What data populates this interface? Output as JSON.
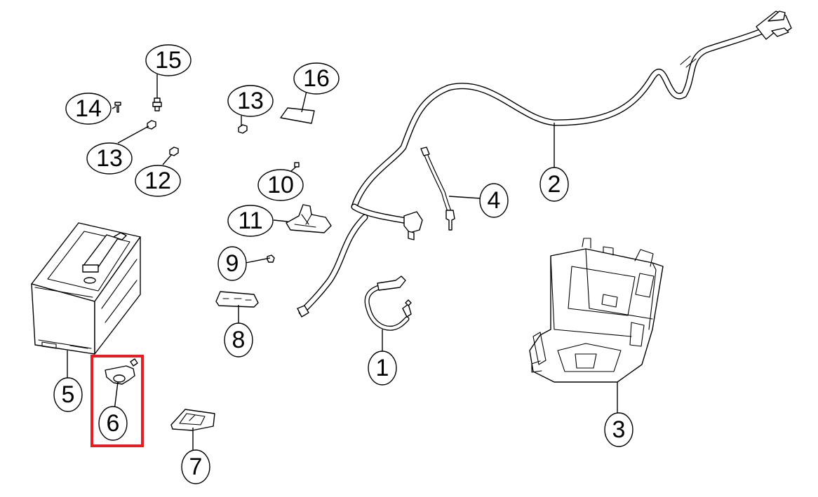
{
  "diagram": {
    "callouts": [
      {
        "id": "c1",
        "label": "1"
      },
      {
        "id": "c2",
        "label": "2"
      },
      {
        "id": "c3",
        "label": "3"
      },
      {
        "id": "c4",
        "label": "4"
      },
      {
        "id": "c5",
        "label": "5"
      },
      {
        "id": "c6",
        "label": "6"
      },
      {
        "id": "c7",
        "label": "7"
      },
      {
        "id": "c8",
        "label": "8"
      },
      {
        "id": "c9",
        "label": "9"
      },
      {
        "id": "c10",
        "label": "10"
      },
      {
        "id": "c11",
        "label": "11"
      },
      {
        "id": "c12",
        "label": "12"
      },
      {
        "id": "c13a",
        "label": "13"
      },
      {
        "id": "c13b",
        "label": "13"
      },
      {
        "id": "c14",
        "label": "14"
      },
      {
        "id": "c15",
        "label": "15"
      },
      {
        "id": "c16",
        "label": "16"
      }
    ],
    "highlighted_label": "6",
    "highlight_color": "#e31e24",
    "line_color": "#000000",
    "background": "#ffffff"
  }
}
